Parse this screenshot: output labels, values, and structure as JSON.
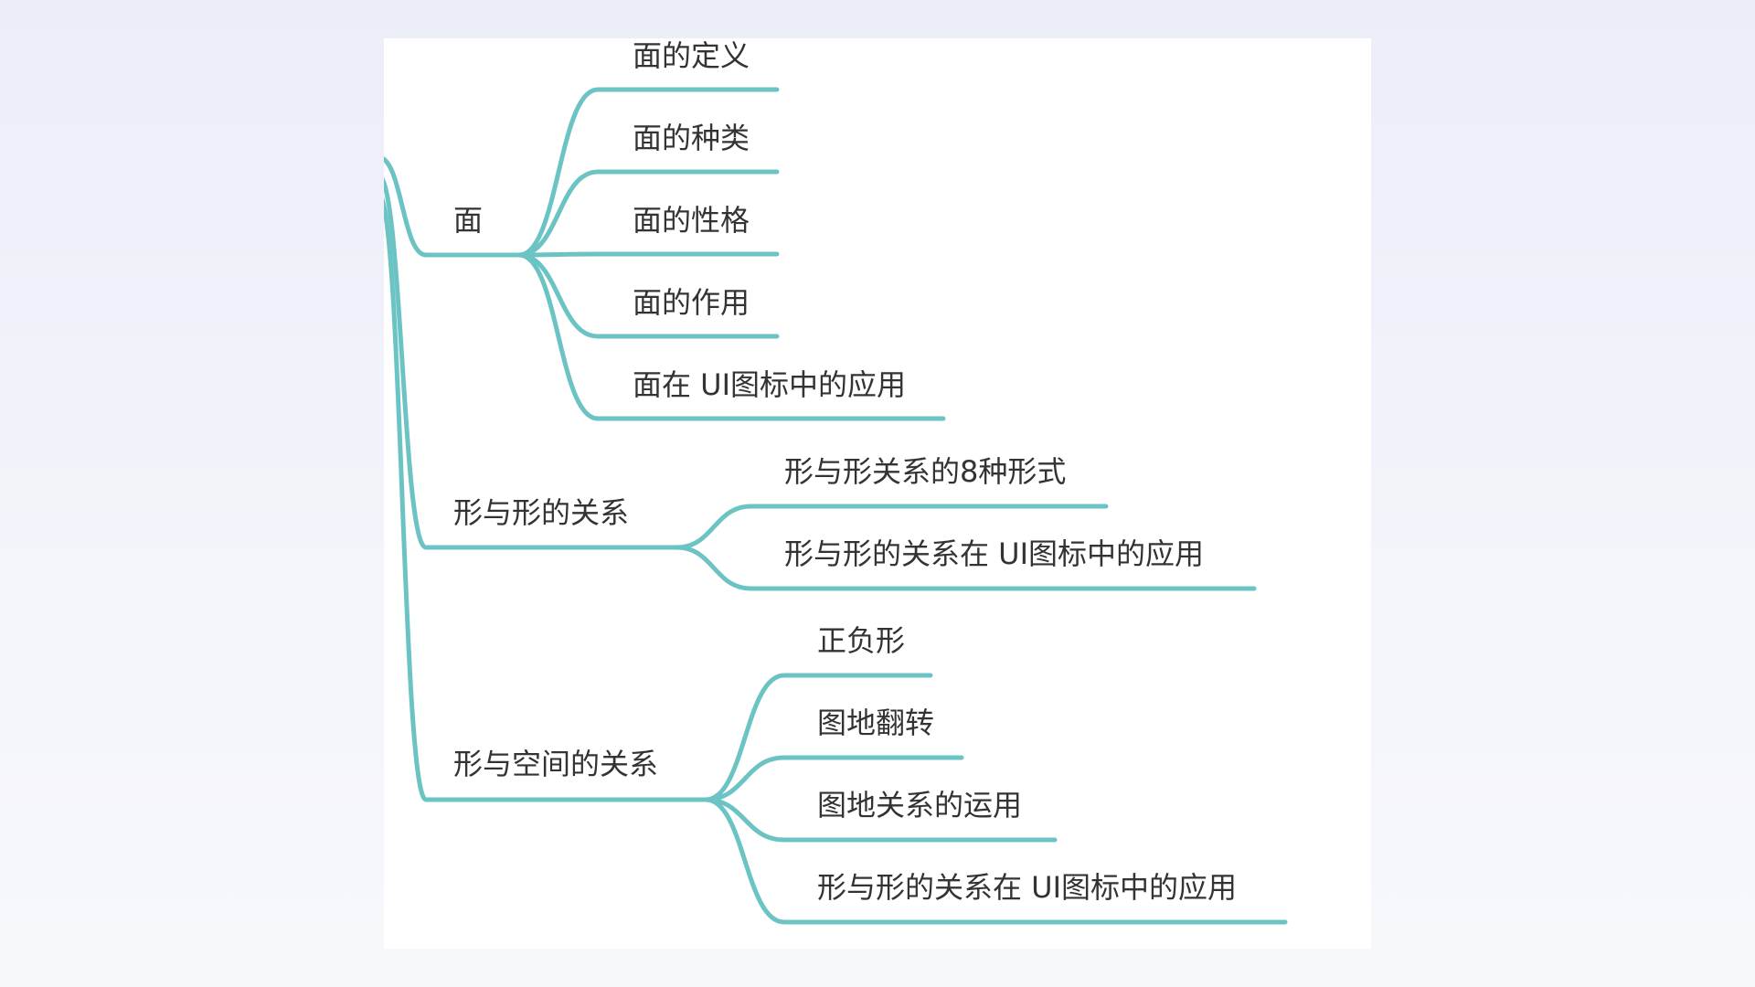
{
  "colors": {
    "branch": "#6cc3c4",
    "text": "#333333",
    "card": "#ffffff"
  },
  "mindmap": {
    "branches": [
      {
        "label": "面",
        "children": [
          "面的定义",
          "面的种类",
          "面的性格",
          "面的作用",
          "面在 UI图标中的应用"
        ]
      },
      {
        "label": "形与形的关系",
        "children": [
          "形与形关系的8种形式",
          "形与形的关系在 UI图标中的应用"
        ]
      },
      {
        "label": "形与空间的关系",
        "children": [
          "正负形",
          "图地翻转",
          "图地关系的运用",
          "形与形的关系在 UI图标中的应用"
        ]
      }
    ]
  }
}
